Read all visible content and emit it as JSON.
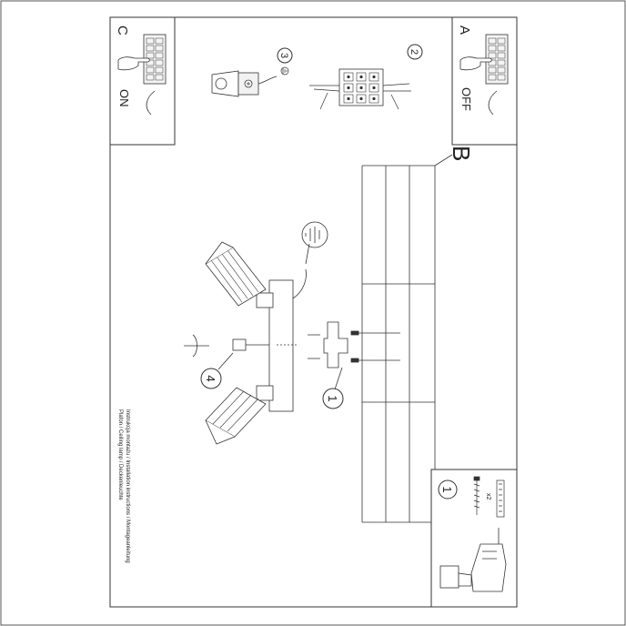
{
  "panels": {
    "a": {
      "letter": "A",
      "state": "OFF"
    },
    "c": {
      "letter": "C",
      "state": "ON"
    },
    "b": {
      "letter": "B"
    }
  },
  "steps": {
    "s1": "1",
    "s2": "2",
    "s3": "3",
    "s4": "4",
    "drill_step": "1"
  },
  "caption": {
    "line1": "Instrukcja montażu / Installation instructions / Montageanleitung",
    "line2": "Plafon / Ceiling lamp / Deckenleuchte"
  },
  "hardware": {
    "count": "x2"
  },
  "icons": [
    "hand-switch-icon",
    "junction-box-icon",
    "ground-symbol-icon",
    "drill-icon",
    "screw-icon",
    "wall-plug-icon",
    "rotate-arrow-icon",
    "ceiling-lamp-diagram"
  ]
}
